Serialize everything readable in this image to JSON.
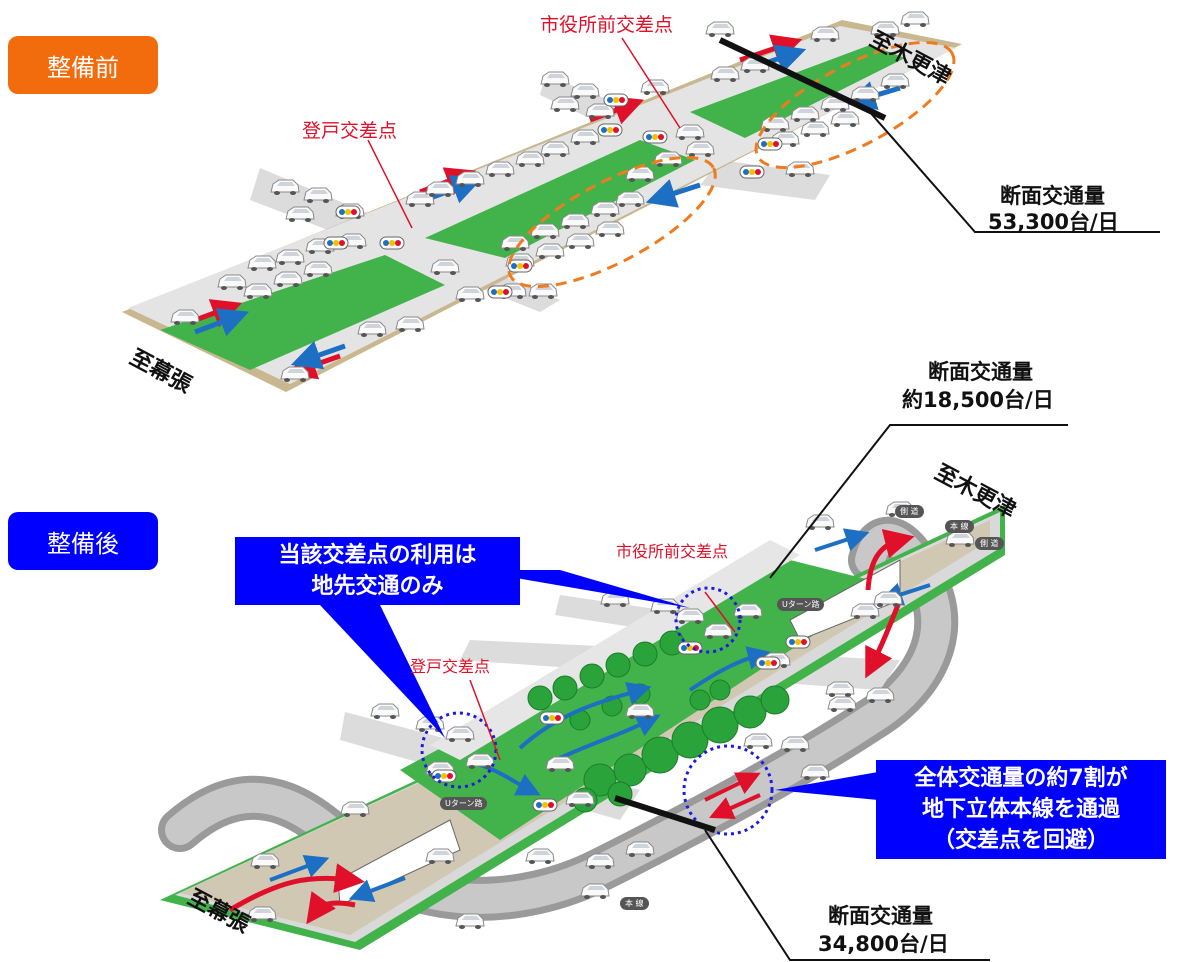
{
  "colors": {
    "before_tag": "#f26b0d",
    "after_tag": "#0000ff",
    "road": "#e2e2e2",
    "median": "#3cb043",
    "red_arrow": "#e0102a",
    "blue_arrow": "#1d6fc4",
    "orange_dash": "#f07b1e",
    "circle_dash": "#1a1ae0",
    "tunnel": "#9a9a9a"
  },
  "before": {
    "tag": "整備前",
    "intersection_city_hall": "市役所前交差点",
    "intersection_noborito": "登戸交差点",
    "to_kisarazu": "至木更津",
    "to_makuhari": "至幕張",
    "volume_title": "断面交通量",
    "volume_value": "53,300台/日"
  },
  "after": {
    "tag": "整備後",
    "intersection_city_hall": "市役所前交差点",
    "intersection_noborito": "登戸交差点",
    "to_kisarazu": "至木更津",
    "to_makuhari": "至幕張",
    "volume_top_title": "断面交通量",
    "volume_top_value": "約18,500台/日",
    "volume_bottom_title": "断面交通量",
    "volume_bottom_value": "34,800台/日",
    "callout_local": [
      "当該交差点の利用は",
      "地先交通のみ"
    ],
    "callout_tunnel": [
      "全体交通量の約7割が",
      "地下立体本線を通過",
      "（交差点を回避）"
    ],
    "sign_side_road_1": "側 道",
    "sign_main_line_1": "本 線",
    "sign_side_road_2": "側 道",
    "sign_uturn_1": "Uターン路",
    "sign_uturn_2": "Uターン路",
    "sign_main_line_2": "本 線"
  }
}
